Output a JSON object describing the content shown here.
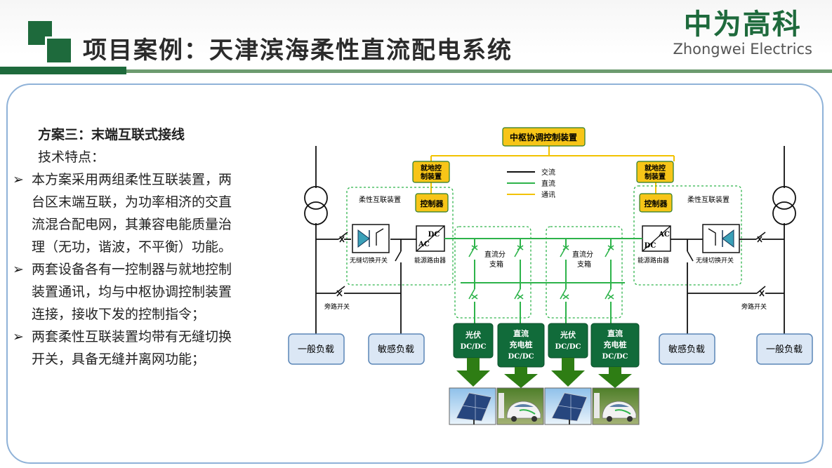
{
  "header": {
    "title": "项目案例：天津滨海柔性直流配电系统",
    "brand_cn": "中为高科",
    "brand_en": "Zhongwei Electrics"
  },
  "content": {
    "heading": "方案三：末端互联式接线",
    "subheading": "技术特点：",
    "bullets": [
      {
        "marker": "➢",
        "lines": [
          "本方案采用两组柔性互联装置，两",
          "台区末端互联，为功率相济的交直",
          "流混合配电网，其兼容电能质量治",
          "理（无功，谐波，不平衡）功能。"
        ]
      },
      {
        "marker": "➢",
        "lines": [
          "两套设备各有一控制器与就地控制",
          "装置通讯，均与中枢协调控制装置",
          "连接，接收下发的控制指令；"
        ]
      },
      {
        "marker": "➢",
        "lines": [
          "两套柔性互联装置均带有无缝切换",
          "开关，具备无缝并离网功能；"
        ]
      }
    ]
  },
  "diagram": {
    "central_controller": "中枢协调控制装置",
    "local_controller": [
      "就地控",
      "制装置"
    ],
    "controller": "控制器",
    "flex_device": "柔性互联装置",
    "seamless_switch": "无缝切换开关",
    "energy_router": "能源路由器",
    "bypass_switch": "旁路开关",
    "dc_box": [
      "直流分",
      "支箱"
    ],
    "ac": "AC",
    "dc": "DC",
    "legend": [
      "交流",
      "直流",
      "通讯"
    ],
    "general_load": "一般负载",
    "sensitive_load": "敏感负载",
    "pv": [
      "光伏",
      "DC/DC"
    ],
    "charger": [
      "直流",
      "充电桩",
      "DC/DC"
    ]
  },
  "colors": {
    "brand_green": "#1e6a3c",
    "dc_line": "#2db34a",
    "comm_line": "#f2c200",
    "controller_fill": "#f7c518",
    "converter_fill": "#116b3a",
    "load_fill": "#dbe7f5",
    "load_border": "#5b86b7",
    "arrow_fill": "#2e7d14"
  }
}
